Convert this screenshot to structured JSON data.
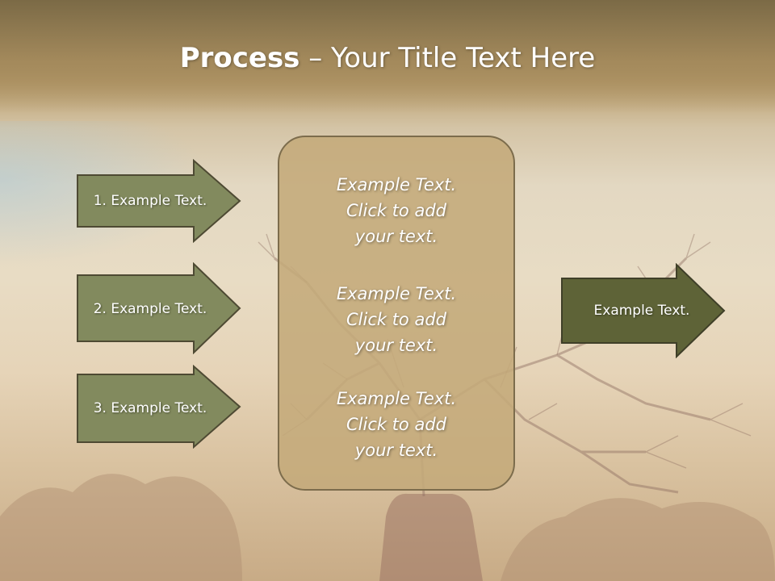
{
  "title": {
    "bold": "Process",
    "rest": " – Your Title Text Here"
  },
  "left_steps": [
    {
      "label": "1. Example Text."
    },
    {
      "label": "2. Example Text."
    },
    {
      "label": "3. Example Text."
    }
  ],
  "center_panel": {
    "blocks": [
      {
        "line1": "Example Text.",
        "line2": "Click  to add",
        "line3": "your text."
      },
      {
        "line1": "Example Text.",
        "line2": "Click  to add",
        "line3": "your text."
      },
      {
        "line1": "Example Text.",
        "line2": "Click  to add",
        "line3": "your text."
      }
    ]
  },
  "output_arrow": {
    "label": "Example Text."
  },
  "colors": {
    "step_fill": "#828a5e",
    "output_fill": "#5e6337",
    "arrow_stroke": "#4e4a33",
    "panel_fill": "#c4aa7a"
  }
}
